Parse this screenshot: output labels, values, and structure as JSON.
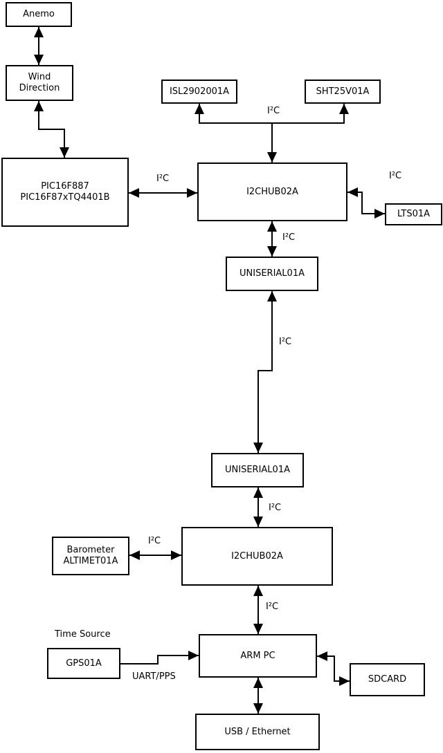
{
  "diagram": {
    "type": "hardware-block-diagram",
    "colors": {
      "line": "#000000",
      "box_fill": "#ffffff",
      "background": "#ffffff",
      "text": "#000000"
    },
    "nodes": {
      "anemo": {
        "label": "Anemo"
      },
      "wind_direction": {
        "line1": "Wind",
        "line2": "Direction"
      },
      "pic": {
        "line1": "PIC16F887",
        "line2": "PIC16F87xTQ4401B"
      },
      "isl": {
        "label": "ISL2902001A"
      },
      "sht": {
        "label": "SHT25V01A"
      },
      "i2c_hub_upper": {
        "label": "I2CHUB02A"
      },
      "lts": {
        "label": "LTS01A"
      },
      "uniserial_upper": {
        "label": "UNISERIAL01A"
      },
      "uniserial_lower": {
        "label": "UNISERIAL01A"
      },
      "i2c_hub_lower": {
        "label": "I2CHUB02A"
      },
      "barometer": {
        "line1": "Barometer",
        "line2": "ALTIMET01A"
      },
      "gps": {
        "label": "GPS01A"
      },
      "arm_pc": {
        "label": "ARM PC"
      },
      "sdcard": {
        "label": "SDCARD"
      },
      "usb_ethernet": {
        "label": "USB / Ethernet"
      }
    },
    "edge_labels": {
      "i2c": "I²C",
      "uart_pps": "UART/PPS"
    },
    "annotations": {
      "time_source": "Time Source"
    }
  }
}
